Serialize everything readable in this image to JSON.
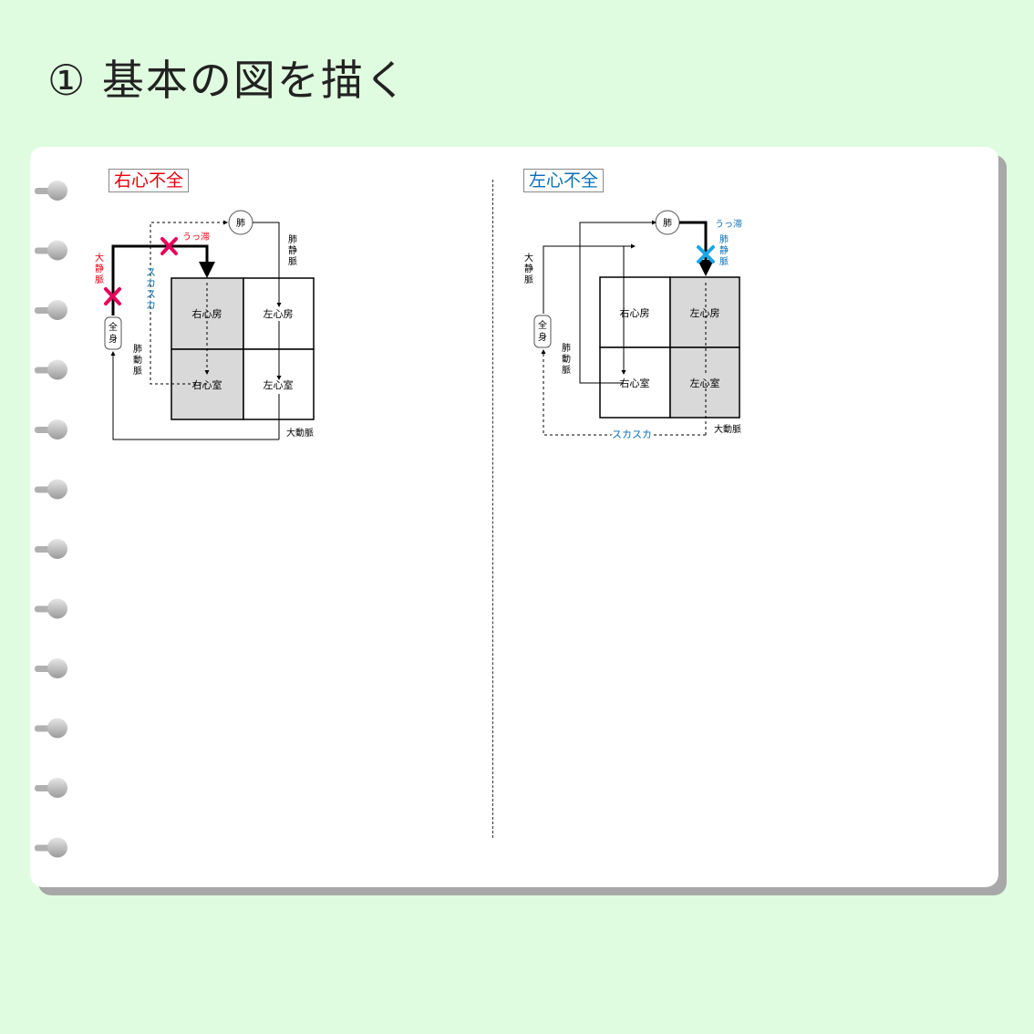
{
  "page": {
    "title": "① 基本の図を描く"
  },
  "right_failure": {
    "heading": "右心不全",
    "lung": "肺",
    "congestion": "うっ滞",
    "pulmonary_vein": "肺静脈",
    "vena_cava": "大静脈",
    "whole_body": "全身",
    "empty": "スカスカ",
    "pulmonary_artery": "肺動脈",
    "right_atrium": "右心房",
    "left_atrium": "左心房",
    "right_ventricle": "右心室",
    "left_ventricle": "左心室",
    "aorta": "大動脈"
  },
  "left_failure": {
    "heading": "左心不全",
    "lung": "肺",
    "congestion": "うっ滞",
    "pulmonary_vein": "肺静脈",
    "vena_cava": "大静脈",
    "whole_body": "全身",
    "empty": "スカスカ",
    "pulmonary_artery": "肺動脈",
    "right_atrium": "右心房",
    "left_atrium": "左心房",
    "right_ventricle": "右心室",
    "left_ventricle": "左心室",
    "aorta": "大動脈"
  },
  "colors": {
    "background": "#e0fce0",
    "red": "#e8000f",
    "blue": "#0a6fb8",
    "magenta_x": "#e6005a",
    "cyan_x": "#1aa7e8",
    "shade": "#d9d9d9"
  }
}
